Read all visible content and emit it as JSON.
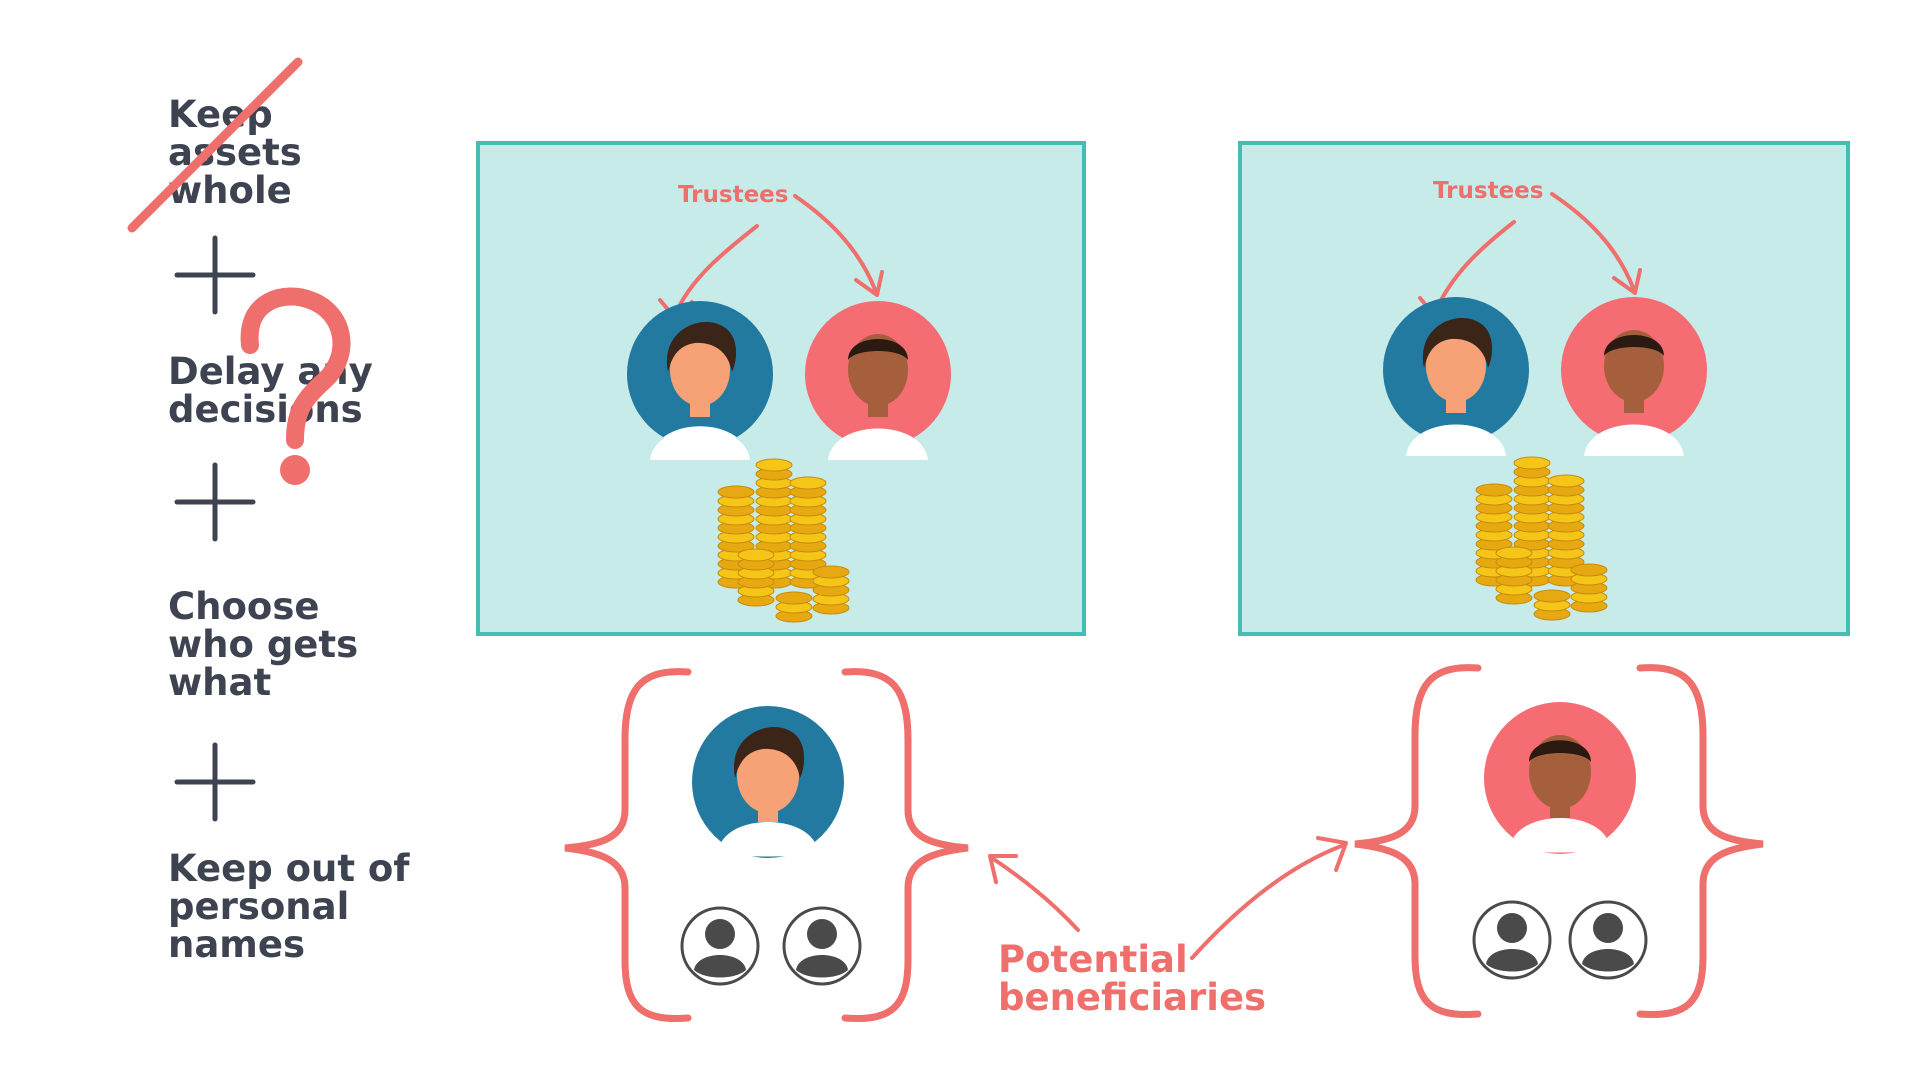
{
  "steps": [
    {
      "lines": [
        "Keep",
        "assets",
        "whole"
      ],
      "crossed": true
    },
    {
      "lines": [
        "Delay any",
        "decisions"
      ],
      "questioned": true
    },
    {
      "lines": [
        "Choose",
        "who gets",
        "what"
      ]
    },
    {
      "lines": [
        "Keep out of",
        "personal",
        "names"
      ]
    }
  ],
  "trust_left": {
    "label": "Trustees"
  },
  "trust_right": {
    "label": "Trustees"
  },
  "beneficiaries_label": [
    "Potential",
    "beneficiaries"
  ],
  "colors": {
    "text": "#3d4350",
    "accent": "#ef6f6c",
    "panel_fill": "#c6ebe9",
    "panel_border": "#45bdb3",
    "avatar_blue": "#237aa0",
    "avatar_pink": "#f56c73",
    "skin_light": "#f6a176",
    "skin_dark": "#a55f3c",
    "hair": "#3b2418",
    "coin": "#f5c518",
    "icon_gray": "#4a4a4a"
  },
  "icons": {
    "strike": "strikethrough-line",
    "question": "question-mark-icon",
    "plus": "plus-icon",
    "coins": "coin-stack-icon",
    "user": "generic-user-icon"
  }
}
